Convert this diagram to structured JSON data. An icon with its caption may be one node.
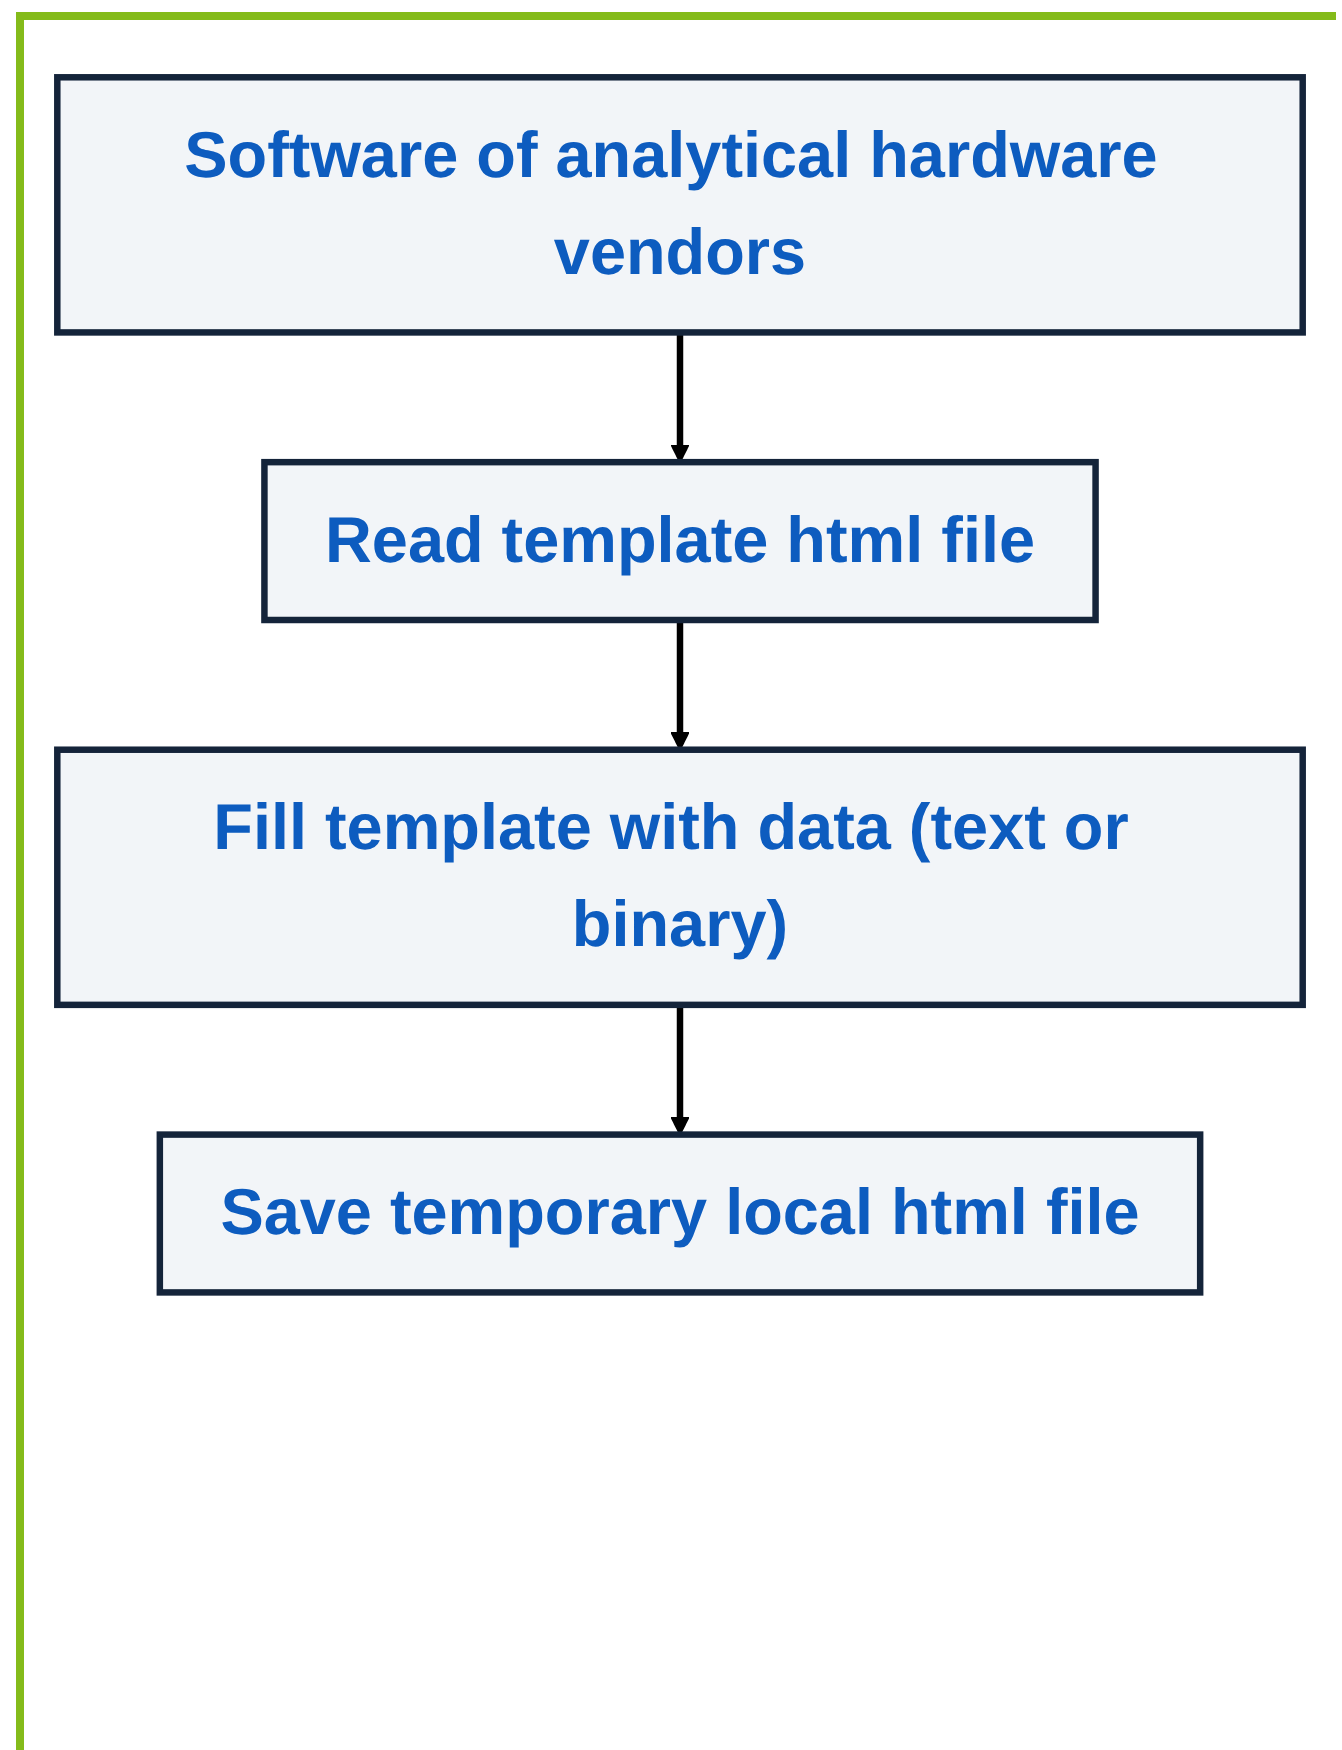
{
  "diagram": {
    "nodes": [
      {
        "text": [
          "Software of analytical hardware vendors"
        ]
      },
      {
        "text": [
          "Read template html file"
        ]
      },
      {
        "text": [
          "Fill template with data (text or binary)"
        ]
      },
      {
        "text": [
          "Save temporary local html file"
        ]
      }
    ],
    "edges": [
      {
        "from": 0,
        "to": 1,
        "arrow": "to"
      },
      {
        "from": 1,
        "to": 2,
        "arrow": "to"
      },
      {
        "from": 2,
        "to": 3,
        "arrow": "to"
      }
    ]
  }
}
